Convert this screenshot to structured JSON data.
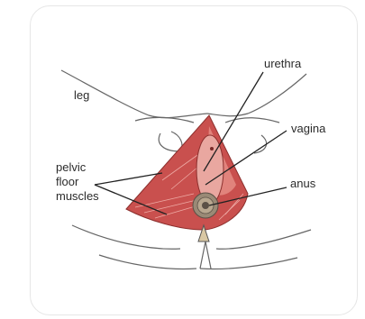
{
  "labels": {
    "leg": "leg",
    "urethra": "urethra",
    "vagina": "vagina",
    "anus": "anus",
    "pelvic_floor_muscles": [
      "pelvic",
      "floor",
      "muscles"
    ]
  },
  "colors": {
    "muscle": "#c9504e",
    "muscle_light": "#e58c85",
    "outline": "#555555",
    "card_border": "#e6e6e6"
  }
}
